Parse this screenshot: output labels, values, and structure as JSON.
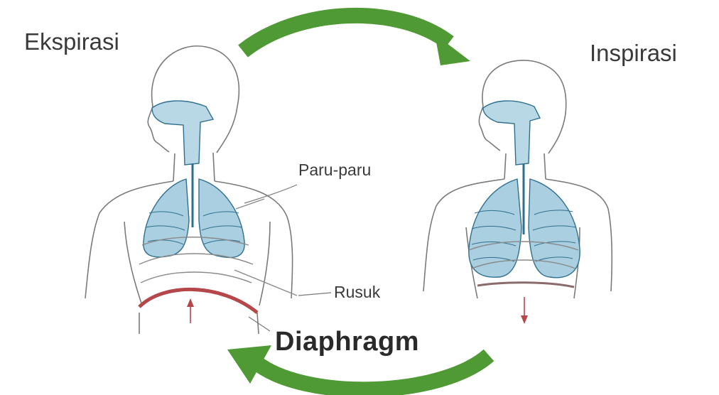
{
  "labels": {
    "ekspirasi": "Ekspirasi",
    "inspirasi": "Inspirasi",
    "paru_paru": "Paru-paru",
    "rusuk": "Rusuk",
    "diaphragm": "Diaphragm"
  },
  "colors": {
    "cycle_arrow": "#4f9a34",
    "lung_fill": "#a9cfe0",
    "lung_vessels": "#2f6f8f",
    "airway_fill": "#b8d8e6",
    "outline": "#7a7a7a",
    "diaphragm_expiration": "#b5474b",
    "diaphragm_inspiration": "#8a6a6a"
  },
  "icons": {
    "cycle_top": "arrow-right-curved",
    "cycle_bottom": "arrow-left-curved",
    "diaphragm_left": "arrow-up",
    "diaphragm_right": "arrow-down"
  }
}
